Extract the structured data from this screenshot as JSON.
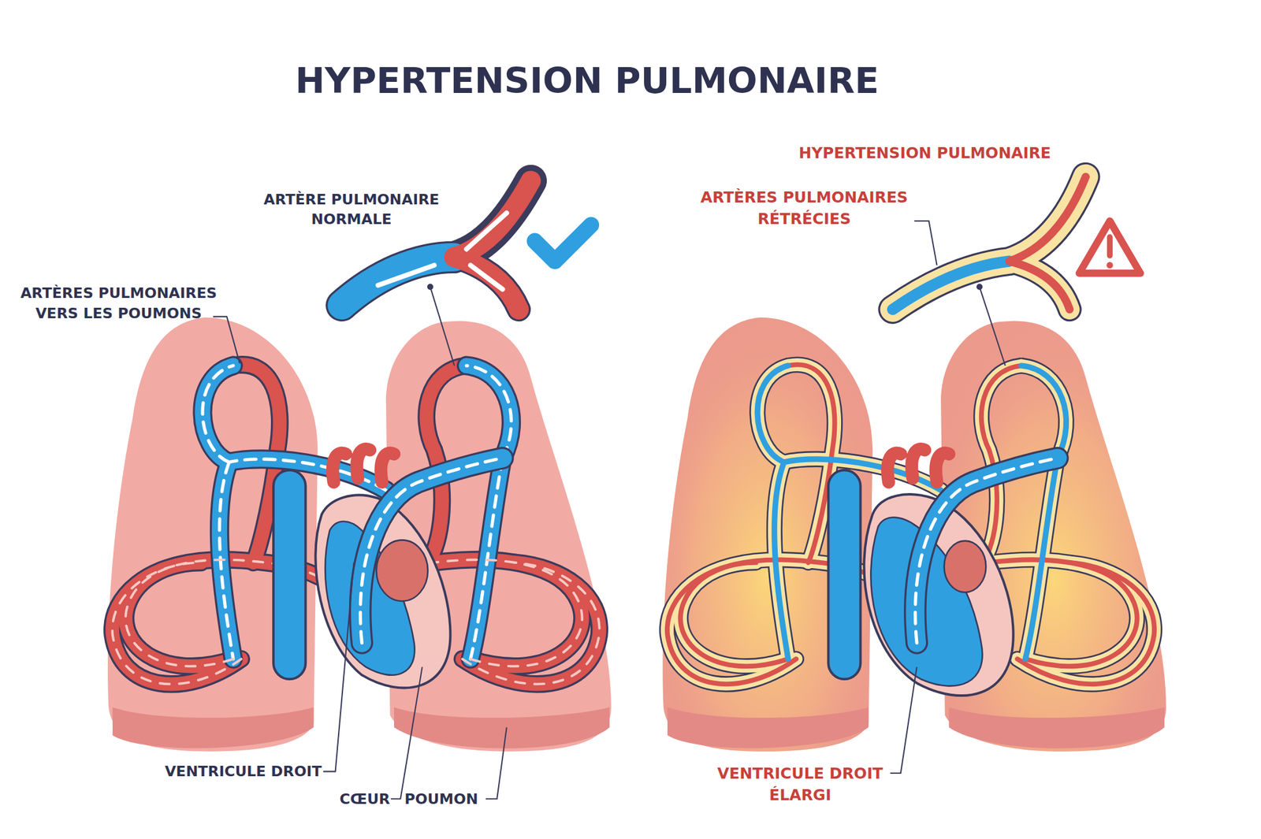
{
  "diagram": {
    "title": "HYPERTENSION PULMONAIRE",
    "labels": [
      "ARTÈRE PULMONAIRE NORMALE",
      "ARTÈRES PULMONAIRES VERS LES POUMONS",
      "VENTRICULE DROIT",
      "CŒUR",
      "POUMON",
      "HYPERTENSION PULMONAIRE",
      "ARTÈRES PULMONAIRES RÉTRÉCIES",
      "VENTRICULE DROIT ÉLARGI"
    ]
  }
}
